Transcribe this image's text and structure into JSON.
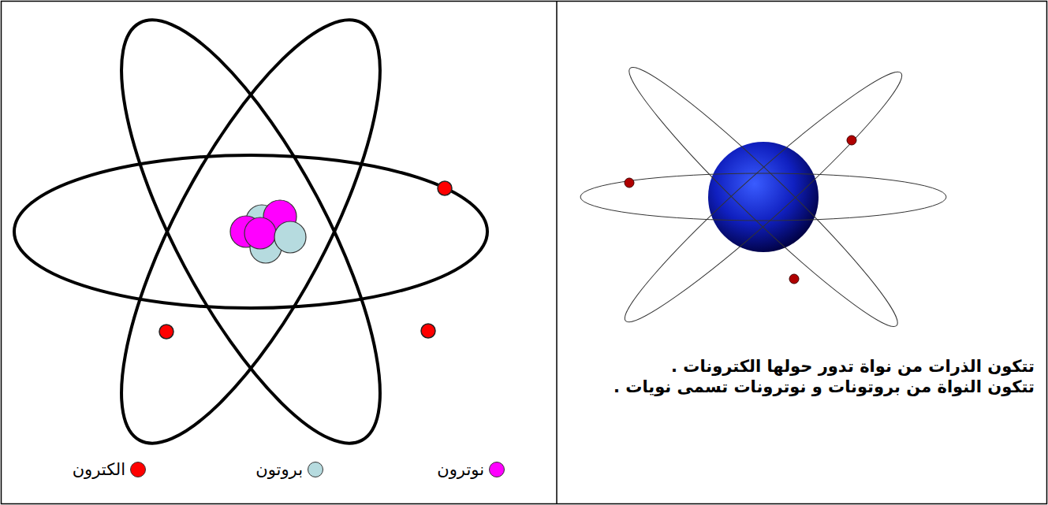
{
  "diagram": {
    "labels": [
      "تتكون الذرات من نواة تدور حولها الكترونات .",
      "تتكون النواة من بروتونات و نوترونات تسمى نويات ."
    ],
    "legend": [
      {
        "text": "نوترون",
        "color": "#ff00ff"
      },
      {
        "text": "بروتون",
        "color": "#b6dbdf"
      },
      {
        "text": "الكترون",
        "color": "#ff0000"
      }
    ]
  }
}
